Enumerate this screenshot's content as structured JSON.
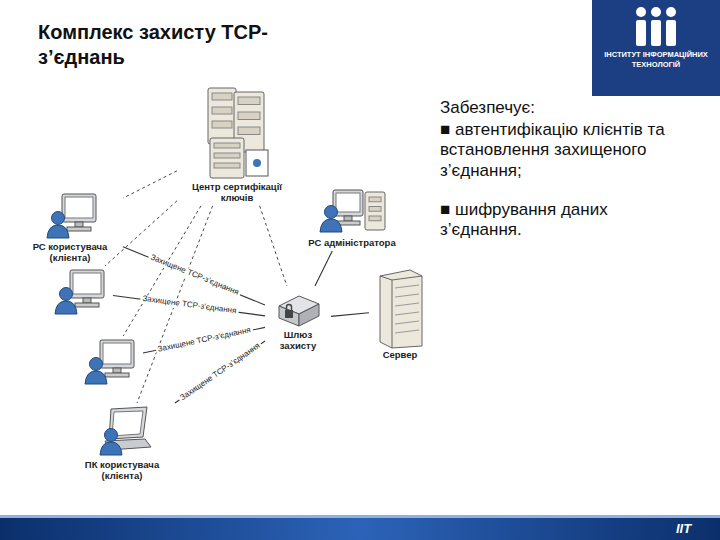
{
  "diagram": {
    "title": "Комплекс захисту TCP-з’єднань",
    "nodes": [
      {
        "text": [
          "Центр сертифікації ключів"
        ]
      },
      {
        "text": [
          "РС користувача (клієнта)"
        ]
      },
      {
        "text": []
      },
      {
        "text": []
      },
      {
        "text": [
          "ПК користувача (клієнта)"
        ]
      },
      {
        "text": [
          "РС адміністратора"
        ]
      },
      {
        "text": [
          "Шлюз захисту"
        ]
      },
      {
        "text": [
          "Сервер"
        ]
      }
    ],
    "edges": [
      {
        "from": 1,
        "to": 6,
        "arrow": "none",
        "label": "Захищене TCP-з’єднання"
      },
      {
        "from": 2,
        "to": 6,
        "arrow": "none",
        "label": "Захищене TCP-з’єднання"
      },
      {
        "from": 3,
        "to": 6,
        "arrow": "none",
        "label": "Захищене TCP-з’єднання"
      },
      {
        "from": 4,
        "to": 6,
        "arrow": "none",
        "label": "Захищене TCP-з’єднання"
      },
      {
        "from": 0,
        "to": 1,
        "arrow": "none"
      },
      {
        "from": 0,
        "to": 2,
        "arrow": "none"
      },
      {
        "from": 0,
        "to": 3,
        "arrow": "none"
      },
      {
        "from": 0,
        "to": 4,
        "arrow": "none"
      },
      {
        "from": 0,
        "to": 6,
        "arrow": "none"
      },
      {
        "from": 5,
        "to": 6,
        "arrow": "none"
      },
      {
        "from": 6,
        "to": 7,
        "arrow": "none"
      }
    ],
    "labels": [
      "ІНСТИТУТ ІНФОРМАЦІЙНИХ ТЕХНОЛОГІЙ",
      "Забезпечує:",
      "■ автентифікацію клієнтів та встановлення захищеного з’єднання;",
      "■ шифрування даних з’єднання.",
      "IIT"
    ]
  }
}
